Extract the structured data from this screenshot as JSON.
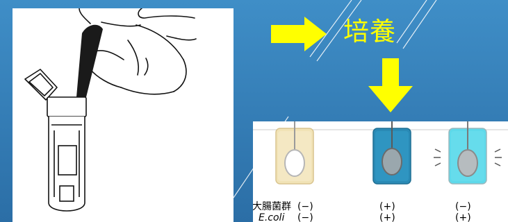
{
  "title": "培養",
  "colors": {
    "slide_background": "#3a85bd",
    "arrow": "#ffff00",
    "title_text": "#ffff00",
    "tube_negative": "#f1e3b6",
    "tube_coliform_positive": "#2a8ab5",
    "tube_ecoli_positive": "#5ed9ea"
  },
  "result_panel": {
    "row_labels": {
      "coliform": "大腸菌群",
      "ecoli": "E.coli"
    },
    "tubes": [
      {
        "coliform": "(−)",
        "ecoli": "(−)"
      },
      {
        "coliform": "(+)",
        "ecoli": "(+)"
      },
      {
        "coliform": "(−)",
        "ecoli": "(+)"
      }
    ]
  }
}
